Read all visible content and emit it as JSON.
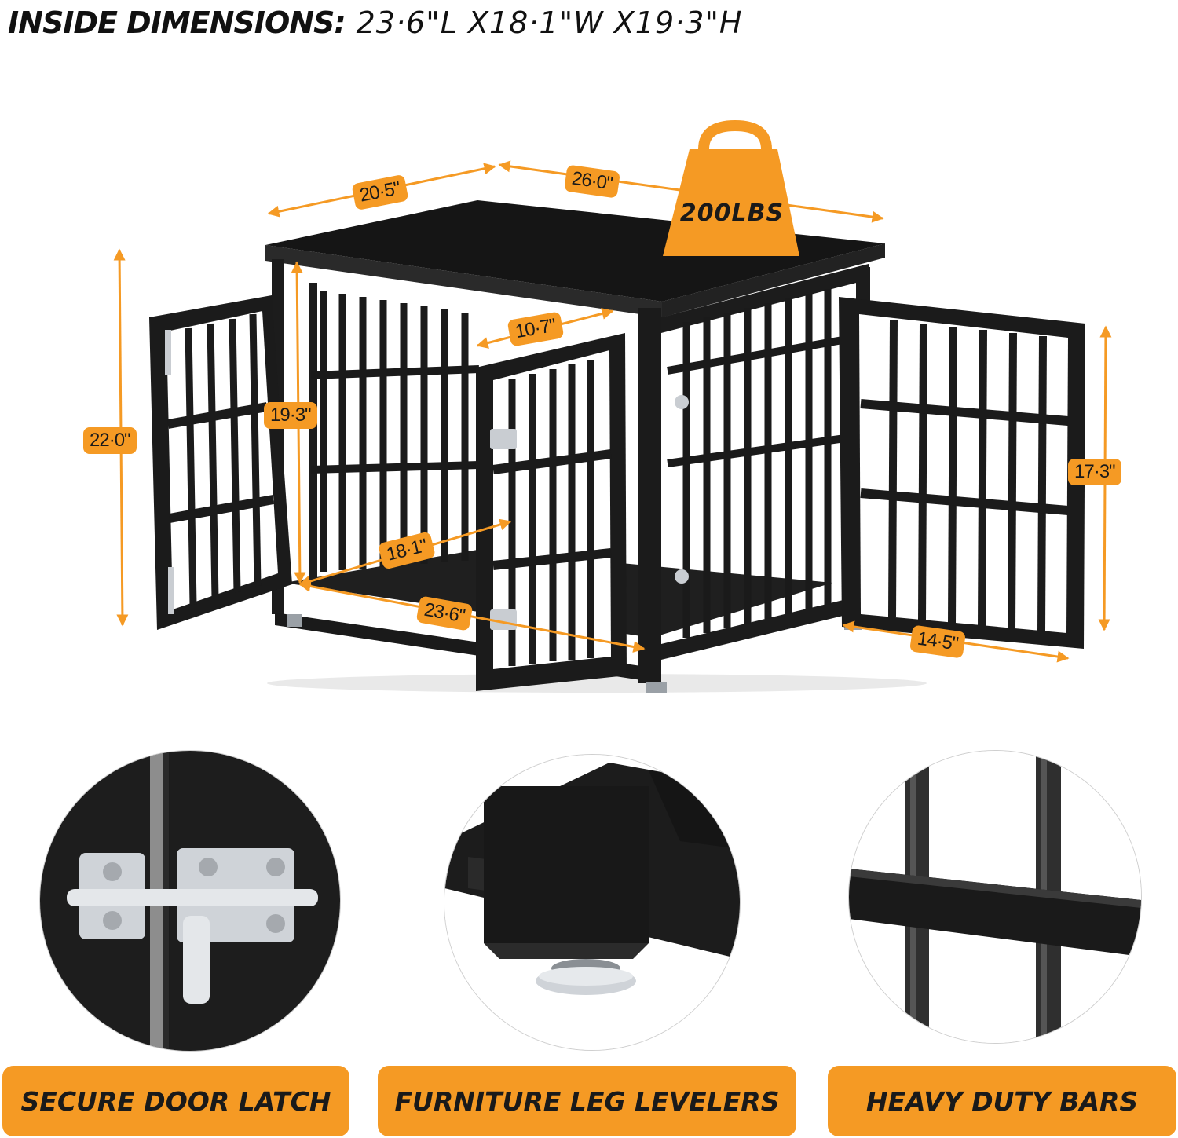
{
  "header": {
    "label": "INSIDE DIMENSIONS:",
    "value": "23·6\"L  X18·1\"W  X19·3\"H"
  },
  "dimensions": {
    "depth_top": "20·5\"",
    "width_top": "26·0\"",
    "total_height": "22·0\"",
    "inside_height": "19·3\"",
    "door_width": "10·7\"",
    "inside_width": "18·1\"",
    "inside_length": "23·6\"",
    "side_door_height": "17·3\"",
    "side_door_width": "14·5\""
  },
  "weight": {
    "label": "200LBS"
  },
  "features": [
    {
      "label": "SECURE DOOR LATCH",
      "icon": "door-latch"
    },
    {
      "label": "FURNITURE LEG LEVELERS",
      "icon": "leg-leveler"
    },
    {
      "label": "HEAVY DUTY BARS",
      "icon": "heavy-bars"
    }
  ],
  "colors": {
    "accent": "#f59a24",
    "crate": "#1c1c1c",
    "background": "#ffffff"
  }
}
